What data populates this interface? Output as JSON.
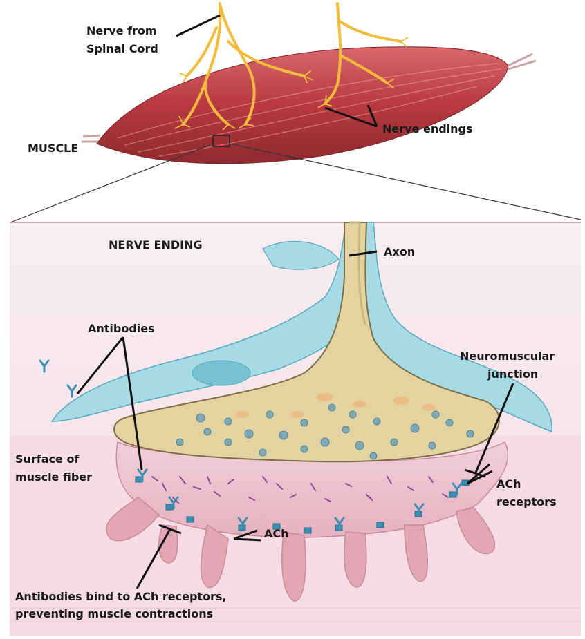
{
  "labels": {
    "nerve_from_l1": "Nerve from",
    "nerve_from_l2": "Spinal Cord",
    "muscle": "MUSCLE",
    "nerve_endings": "Nerve endings",
    "nerve_ending_title": "NERVE ENDING",
    "axon": "Axon",
    "antibodies": "Antibodies",
    "nmj_l1": "Neuromuscular",
    "nmj_l2": "junction",
    "surface_l1": "Surface of",
    "surface_l2": "muscle fiber",
    "ach": "ACh",
    "ach_rec_l1": "ACh",
    "ach_rec_l2": "receptors",
    "bind_l1": "Antibodies bind to ACh receptors,",
    "bind_l2": "preventing muscle contractions"
  },
  "colors": {
    "muscle": "#b8393f",
    "muscle_light": "#d9686b",
    "nerve": "#f2bb3c",
    "sheath": "#a6dbe6",
    "terminal": "#e3d3a0",
    "fiber": "#e8b8c4",
    "background": "#f6e6ea",
    "receptor": "#3b8fb3",
    "vesicle": "#7fa9b7",
    "ach": "#8a4a9c"
  },
  "icons": [
    "antibody-icon",
    "receptor-icon",
    "vesicle-icon"
  ]
}
